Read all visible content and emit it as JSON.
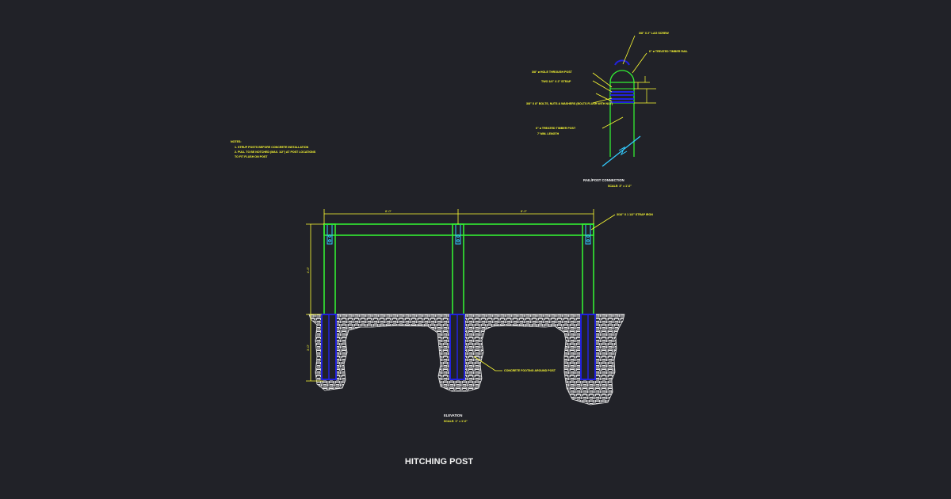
{
  "drawing": {
    "title": "HITCHING POST",
    "colors": {
      "background": "#212228",
      "post_rail": "#33ee33",
      "annotation": "#ffff33",
      "anchor": "#2222dd",
      "cut_line": "#33ccff",
      "soil_hatch": "#e6e6e6"
    },
    "notes": {
      "heading": "NOTES:",
      "lines": [
        "1. STRUP POSTS BEFORE CONCRETE INSTALLATION",
        "2. PULL TO BE NOTCHED (MAX. 1/2\") AT POST LOCATIONS",
        "TO FIT FLUSH ON POST"
      ]
    },
    "rail_post_detail": {
      "title": "RAIL/POST CONNECTION",
      "scale": "SCALE: 3\" = 1'-0\"",
      "callouts": [
        "3/8\" X 2\" LAG SCREW",
        "6\" ø TREATED TIMBER RAIL",
        "3/8\" ø HOLE THROUGH POST",
        "TWO 1/4\" X 2\" STRAP",
        "3/8\" X 8\" BOLTS, NUTS & WASHERS (BOLTS FLUSH WITH NUT)",
        "6\" ø TREATED TIMBER POST",
        "7' MIN. LENGTH"
      ]
    },
    "elevation": {
      "title": "ELEVATION",
      "scale": "SCALE: 1\" = 1'-0\"",
      "dimensions": {
        "span_left": "8'-0\"",
        "span_right": "8'-0\"",
        "height_above_grade": "4'-0\"",
        "depth_below_grade": "3'-0\""
      },
      "callouts": {
        "strap": "3/16\" X 1 1/2\" STRAP IRON",
        "footing": "CONCRETE FOOTING AROUND POST"
      }
    }
  }
}
